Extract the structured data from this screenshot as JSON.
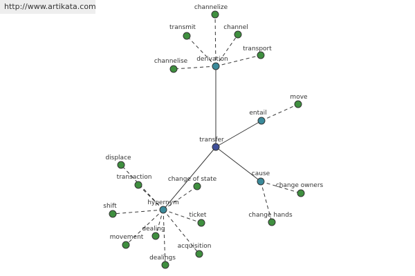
{
  "banner": {
    "url": "http://www.artikata.com"
  },
  "colors": {
    "center": "#3f4f99",
    "hub": "#3b8a9a",
    "leaf": "#3f8f3f"
  },
  "graph": {
    "nodes": [
      {
        "id": "transfer",
        "label": "transfer",
        "kind": "center"
      },
      {
        "id": "derivation",
        "label": "derivation",
        "kind": "hub"
      },
      {
        "id": "entail",
        "label": "entail",
        "kind": "hub"
      },
      {
        "id": "cause",
        "label": "cause",
        "kind": "hub"
      },
      {
        "id": "hypernym",
        "label": "hypernym",
        "kind": "hub"
      },
      {
        "id": "channelize",
        "label": "channelize",
        "kind": "leaf"
      },
      {
        "id": "transmit",
        "label": "transmit",
        "kind": "leaf"
      },
      {
        "id": "channel",
        "label": "channel",
        "kind": "leaf"
      },
      {
        "id": "transport",
        "label": "transport",
        "kind": "leaf"
      },
      {
        "id": "channelise",
        "label": "channelise",
        "kind": "leaf"
      },
      {
        "id": "move",
        "label": "move",
        "kind": "leaf"
      },
      {
        "id": "change-owners",
        "label": "change owners",
        "kind": "leaf"
      },
      {
        "id": "change-hands",
        "label": "change hands",
        "kind": "leaf"
      },
      {
        "id": "displace",
        "label": "displace",
        "kind": "leaf"
      },
      {
        "id": "transaction",
        "label": "transaction",
        "kind": "leaf"
      },
      {
        "id": "change-of-state",
        "label": "change of state",
        "kind": "leaf"
      },
      {
        "id": "shift",
        "label": "shift",
        "kind": "leaf"
      },
      {
        "id": "ticket",
        "label": "ticket",
        "kind": "leaf"
      },
      {
        "id": "dealing",
        "label": "dealing",
        "kind": "leaf"
      },
      {
        "id": "movement",
        "label": "movement",
        "kind": "leaf"
      },
      {
        "id": "acquisition",
        "label": "acquisition",
        "kind": "leaf"
      },
      {
        "id": "dealings",
        "label": "dealings",
        "kind": "leaf"
      }
    ],
    "edges": [
      {
        "from": "transfer",
        "to": "derivation",
        "style": "solid"
      },
      {
        "from": "transfer",
        "to": "entail",
        "style": "solid"
      },
      {
        "from": "transfer",
        "to": "cause",
        "style": "solid"
      },
      {
        "from": "transfer",
        "to": "hypernym",
        "style": "solid"
      },
      {
        "from": "derivation",
        "to": "channelize",
        "style": "dashed"
      },
      {
        "from": "derivation",
        "to": "transmit",
        "style": "dashed"
      },
      {
        "from": "derivation",
        "to": "channel",
        "style": "dashed"
      },
      {
        "from": "derivation",
        "to": "transport",
        "style": "dashed"
      },
      {
        "from": "derivation",
        "to": "channelise",
        "style": "dashed"
      },
      {
        "from": "entail",
        "to": "move",
        "style": "dashed"
      },
      {
        "from": "cause",
        "to": "change-owners",
        "style": "dashed"
      },
      {
        "from": "cause",
        "to": "change-hands",
        "style": "dashed"
      },
      {
        "from": "hypernym",
        "to": "displace",
        "style": "dashed"
      },
      {
        "from": "hypernym",
        "to": "transaction",
        "style": "dashed"
      },
      {
        "from": "hypernym",
        "to": "change-of-state",
        "style": "dashed"
      },
      {
        "from": "hypernym",
        "to": "shift",
        "style": "dashed"
      },
      {
        "from": "hypernym",
        "to": "ticket",
        "style": "dashed"
      },
      {
        "from": "hypernym",
        "to": "dealing",
        "style": "dashed"
      },
      {
        "from": "hypernym",
        "to": "movement",
        "style": "dashed"
      },
      {
        "from": "hypernym",
        "to": "acquisition",
        "style": "dashed"
      },
      {
        "from": "hypernym",
        "to": "dealings",
        "style": "dashed"
      }
    ]
  }
}
